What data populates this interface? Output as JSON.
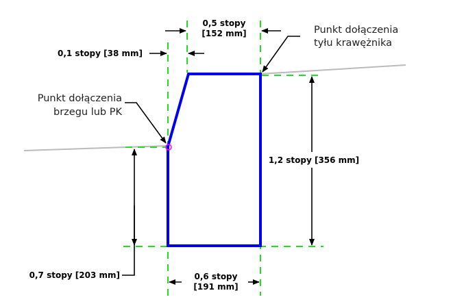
{
  "callouts": {
    "back_of_curb": [
      "Punkt dołączenia",
      "tyłu krawężnika"
    ],
    "edge_point": [
      "Punkt dołączenia",
      "brzegu lub PK"
    ]
  },
  "dimensions": {
    "top_width": [
      "0,5 stopy",
      "[152 mm]"
    ],
    "batter": "0,1 stopy [38 mm]",
    "height": "1,2 stopy [356 mm]",
    "depth": "0,7 stopy [203 mm]",
    "bottom_width": [
      "0,6 stopy",
      "[191 mm]"
    ]
  },
  "colors": {
    "curb": "#0000ee",
    "guide": "#22dd22",
    "ground": "#bbbbbb",
    "marker": "#ff00ff"
  }
}
